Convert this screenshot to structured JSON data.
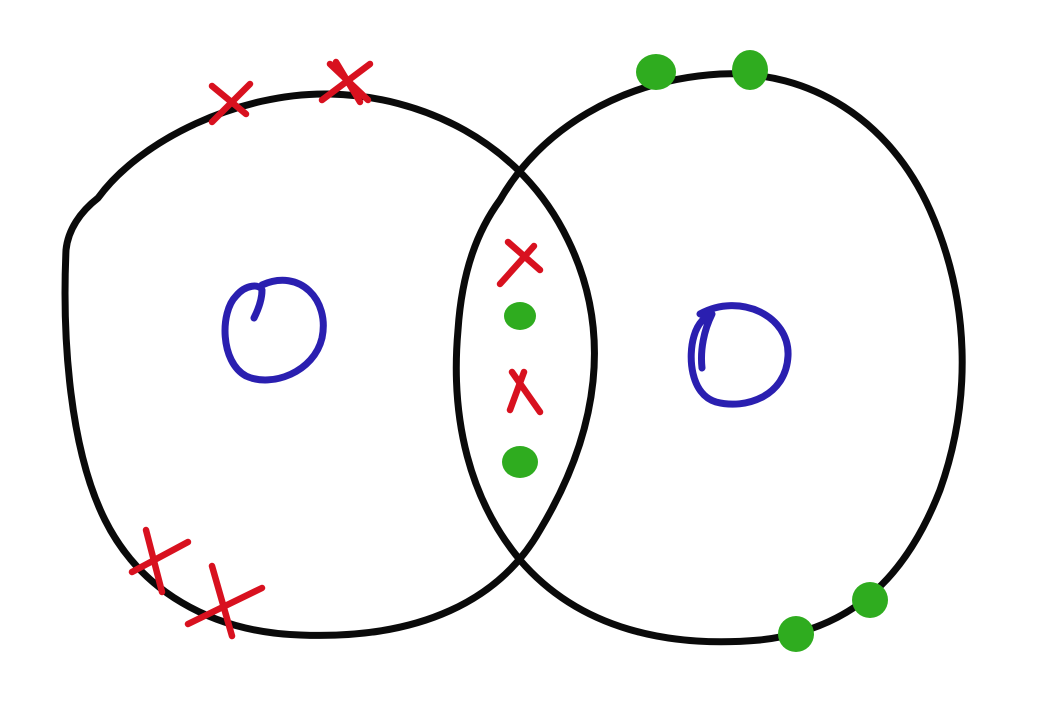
{
  "colors": {
    "background": "#ffffff",
    "outline": "#0a0a0a",
    "inner_ring": "#2a1fb0",
    "cross_mark": "#d8111f",
    "dot_mark": "#2fac1f"
  },
  "diagram": {
    "type": "venn",
    "sets": [
      {
        "name": "",
        "center_mark": "ring",
        "members_outside_overlap": {
          "cross_marks": 4,
          "dot_marks": 0
        }
      },
      {
        "name": "",
        "center_mark": "ring",
        "members_outside_overlap": {
          "cross_marks": 0,
          "dot_marks": 4
        }
      }
    ],
    "overlap": {
      "cross_marks": 2,
      "dot_marks": 2
    }
  }
}
